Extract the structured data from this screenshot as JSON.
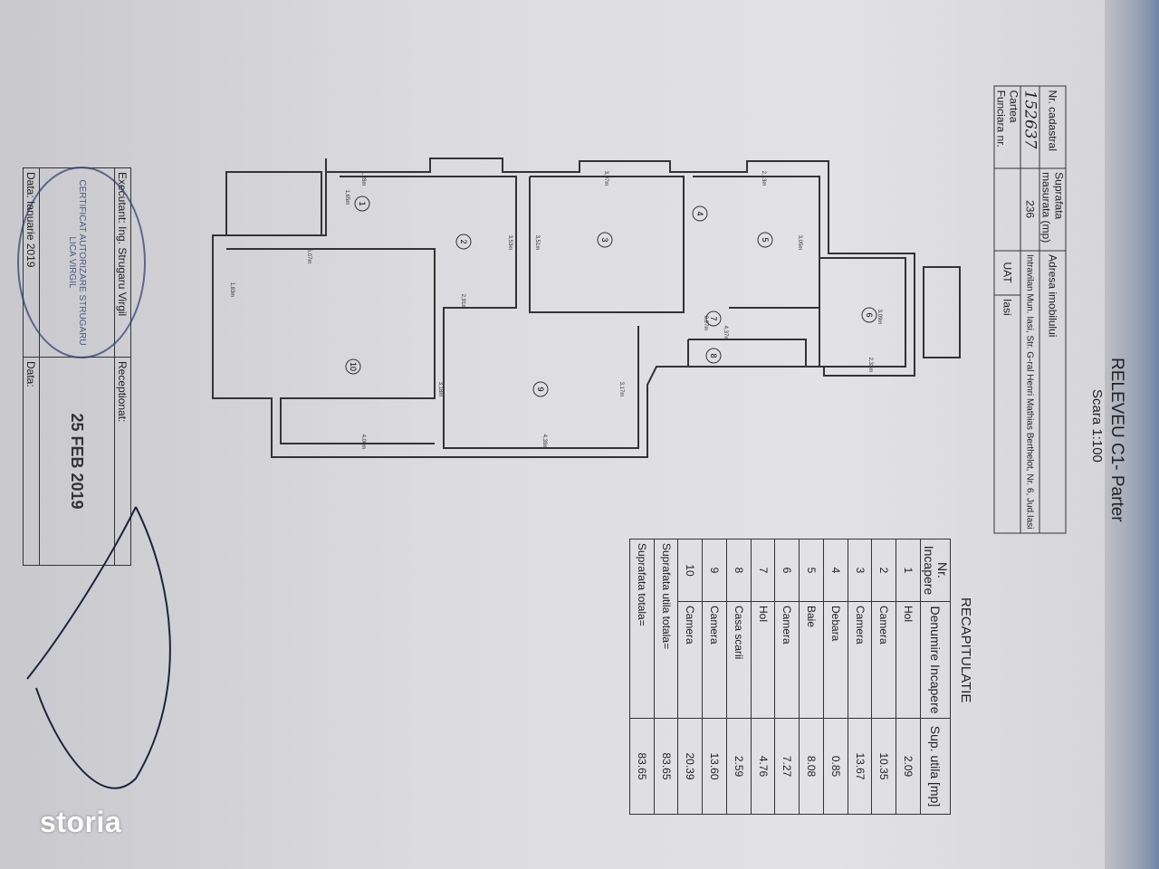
{
  "document": {
    "title": "RELEVEU C1- Parter",
    "scale": "Scara 1:100"
  },
  "header_table": {
    "cadastral_label": "Nr. cadastral",
    "cadastral_value": "152637",
    "surface_label": "Suprafata masurata (mp)",
    "surface_value": "236",
    "address_label": "Adresa imobilului",
    "address_value": "Intravilan Mun. Iasi, Str. G-ral Henri Mathias Berthelot, Nr. 6, Jud.Iasi",
    "carte_label": "Cartea Funciara nr.",
    "carte_value": "",
    "uat_label": "UAT",
    "uat_value": "Iasi"
  },
  "recap": {
    "title": "RECAPITULATIE",
    "headers": [
      "Nr. Incapere",
      "Denumire Incapere",
      "Sup. utila [mp]"
    ],
    "rows": [
      {
        "nr": "1",
        "name": "Hol",
        "area": "2.09"
      },
      {
        "nr": "2",
        "name": "Camera",
        "area": "10.35"
      },
      {
        "nr": "3",
        "name": "Camera",
        "area": "13.67"
      },
      {
        "nr": "4",
        "name": "Debara",
        "area": "0.85"
      },
      {
        "nr": "5",
        "name": "Baie",
        "area": "8.08"
      },
      {
        "nr": "6",
        "name": "Camera",
        "area": "7.27"
      },
      {
        "nr": "7",
        "name": "Hol",
        "area": "4.76"
      },
      {
        "nr": "8",
        "name": "Casa scarii",
        "area": "2.59"
      },
      {
        "nr": "9",
        "name": "Camera",
        "area": "13.60"
      },
      {
        "nr": "10",
        "name": "Camera",
        "area": "20.39"
      }
    ],
    "useful_total_label": "Suprafata utila totala=",
    "useful_total_value": "83.65",
    "total_label": "Suprafata totala=",
    "total_value": "83.65"
  },
  "signatures": {
    "executant_label": "Executant: Ing. Strugaru Virgil",
    "receptionat_label": "Receptionat:",
    "executant_date": "Data: Ianuarie 2019",
    "receptionat_date": "Data:",
    "stamp_date": "25 FEB 2019",
    "stamp_text": "CERTIFICAT AUTORIZARE STRUGARU LICA VIRGIL"
  },
  "floor_plan": {
    "rooms": [
      "1",
      "2",
      "3",
      "4",
      "5",
      "6",
      "7",
      "8",
      "9",
      "10"
    ],
    "dimensions": [
      "1,28m",
      "1,65m",
      "3,53m",
      "3,51m",
      "3,97m",
      "3,05m",
      "2,13m",
      "6,07m",
      "1,83m",
      "2,91m",
      "3,18m",
      "4,00m",
      "4,39m",
      "3,17m",
      "4,37m",
      "0,97m",
      "3,09m",
      "2,33m"
    ]
  },
  "watermark": "storia",
  "colors": {
    "paper": "#dcdce0",
    "ink": "#222222",
    "stamp": "#2b3a6b"
  }
}
